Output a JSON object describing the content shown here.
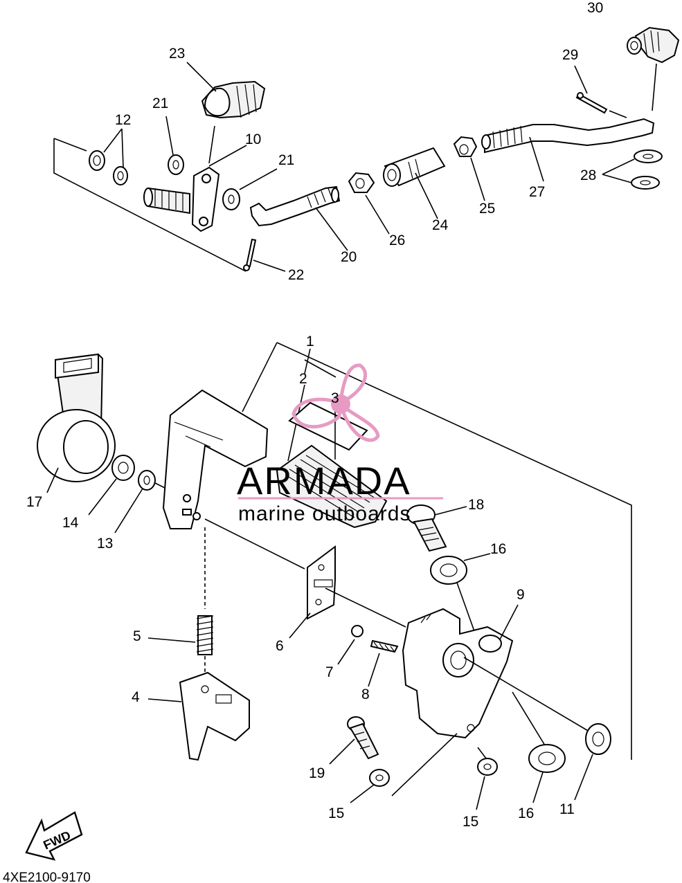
{
  "diagram_code": "4XE2100-9170",
  "fwd_label": "FWD",
  "watermark": {
    "line1": "ARMADA",
    "line2": "marine outboards",
    "accent": "#e79bc3",
    "text_color": "#8a8a8a"
  },
  "callouts": [
    {
      "id": "c30",
      "label": "30"
    },
    {
      "id": "c23",
      "label": "23"
    },
    {
      "id": "c29",
      "label": "29"
    },
    {
      "id": "c21a",
      "label": "21"
    },
    {
      "id": "c12",
      "label": "12"
    },
    {
      "id": "c10",
      "label": "10"
    },
    {
      "id": "c21b",
      "label": "21"
    },
    {
      "id": "c27",
      "label": "27"
    },
    {
      "id": "c28",
      "label": "28"
    },
    {
      "id": "c25",
      "label": "25"
    },
    {
      "id": "c24",
      "label": "24"
    },
    {
      "id": "c26",
      "label": "26"
    },
    {
      "id": "c20",
      "label": "20"
    },
    {
      "id": "c22",
      "label": "22"
    },
    {
      "id": "c1",
      "label": "1"
    },
    {
      "id": "c2",
      "label": "2"
    },
    {
      "id": "c3",
      "label": "3"
    },
    {
      "id": "c17",
      "label": "17"
    },
    {
      "id": "c14",
      "label": "14"
    },
    {
      "id": "c13",
      "label": "13"
    },
    {
      "id": "c18",
      "label": "18"
    },
    {
      "id": "c16a",
      "label": "16"
    },
    {
      "id": "c9",
      "label": "9"
    },
    {
      "id": "c5",
      "label": "5"
    },
    {
      "id": "c6",
      "label": "6"
    },
    {
      "id": "c7",
      "label": "7"
    },
    {
      "id": "c8",
      "label": "8"
    },
    {
      "id": "c4",
      "label": "4"
    },
    {
      "id": "c19",
      "label": "19"
    },
    {
      "id": "c15a",
      "label": "15"
    },
    {
      "id": "c15b",
      "label": "15"
    },
    {
      "id": "c16b",
      "label": "16"
    },
    {
      "id": "c11",
      "label": "11"
    }
  ]
}
